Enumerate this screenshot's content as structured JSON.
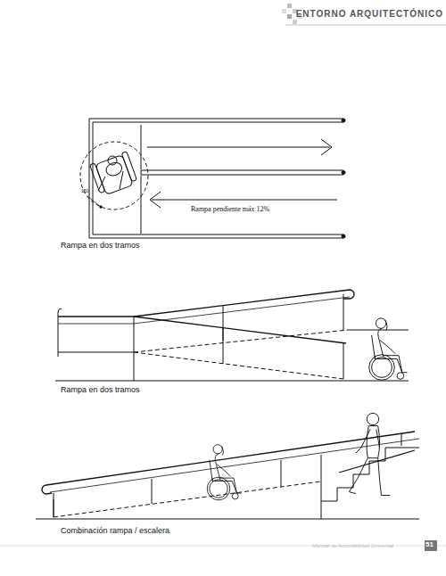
{
  "diagram": {
    "title": "ENTORNO ARQUITECTÓNICO",
    "labels": [
      "150",
      "Rampa pendiente máx 12%",
      "Rampa en dos tramos",
      "Rampa en dos tramos",
      "Combinación rampa / escalera",
      "Manual de Accesibilidad Universal",
      "51"
    ]
  }
}
